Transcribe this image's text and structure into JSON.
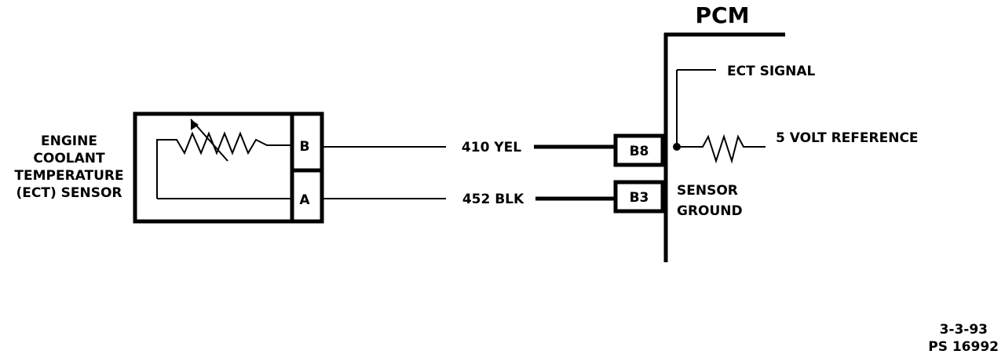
{
  "pcm": {
    "title": "PCM"
  },
  "sensor": {
    "label_lines": [
      "ENGINE",
      "COOLANT",
      "TEMPERATURE",
      "(ECT) SENSOR"
    ]
  },
  "terminals": {
    "b": "B",
    "a": "A"
  },
  "wires": {
    "yel": "410 YEL",
    "blk": "452 BLK"
  },
  "pcm_pins": {
    "b8": "B8",
    "b3": "B3"
  },
  "signals": {
    "ect_signal": "ECT SIGNAL",
    "reference": "5 VOLT REFERENCE",
    "ground_lines": [
      "SENSOR",
      "GROUND"
    ]
  },
  "footer": {
    "date": "3-3-93",
    "code": "PS 16992"
  }
}
